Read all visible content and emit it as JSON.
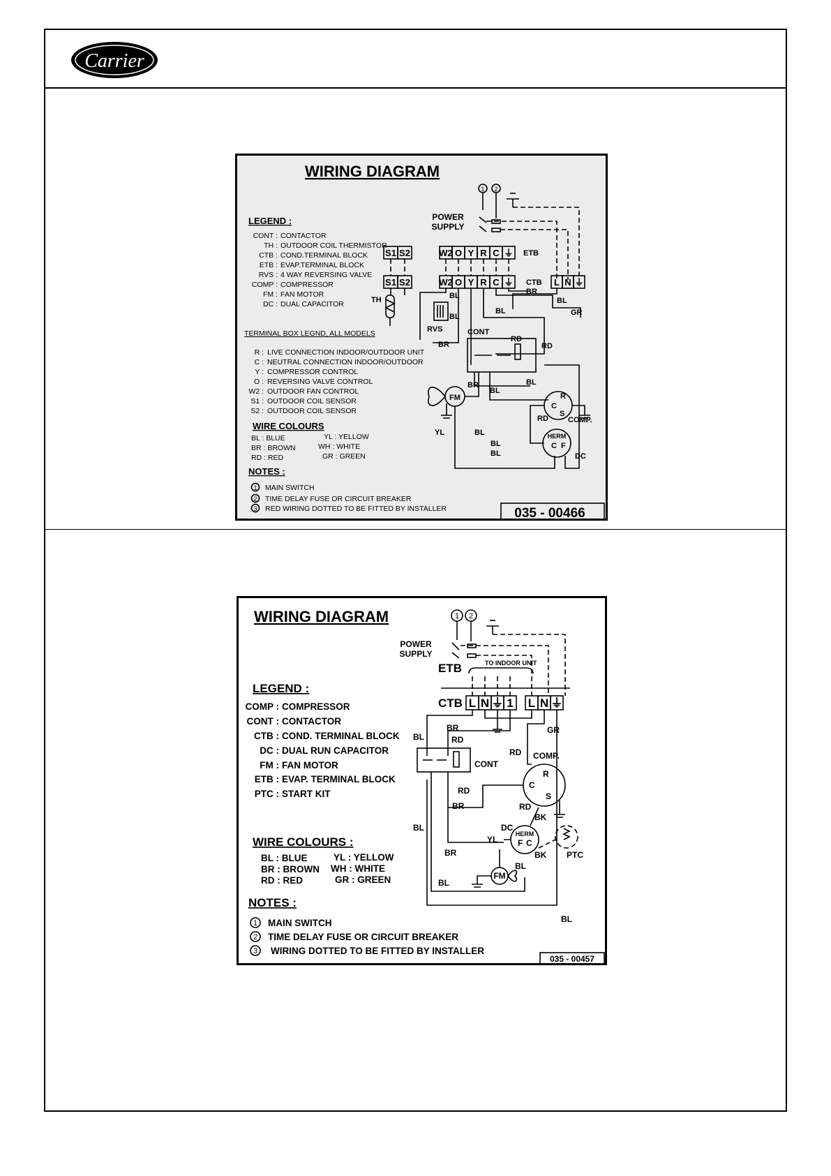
{
  "header": {
    "brand": "Carrier"
  },
  "diagram1": {
    "title": "WIRING DIAGRAM",
    "legend_title": "LEGEND :",
    "legend": [
      {
        "code": "CONT :",
        "desc": "CONTACTOR"
      },
      {
        "code": "TH :",
        "desc": "OUTDOOR COIL THERMISTOR"
      },
      {
        "code": "CTB :",
        "desc": "COND.TERMINAL BLOCK"
      },
      {
        "code": "ETB :",
        "desc": "EVAP.TERMINAL BLOCK"
      },
      {
        "code": "RVS :",
        "desc": "4 WAY REVERSING VALVE"
      },
      {
        "code": "COMP :",
        "desc": "COMPRESSOR"
      },
      {
        "code": "FM :",
        "desc": "FAN MOTOR"
      },
      {
        "code": "DC :",
        "desc": "DUAL CAPACITOR"
      }
    ],
    "terminal_title": "TERMINAL BOX LEGND, ALL MODELS",
    "terminal_legend": [
      {
        "code": "R :",
        "desc": "LIVE CONNECTION INDOOR/OUTDOOR UNIT"
      },
      {
        "code": "C :",
        "desc": "NEUTRAL CONNECTION INDOOR/OUTDOOR"
      },
      {
        "code": "Y :",
        "desc": "COMPRESSOR CONTROL"
      },
      {
        "code": "O :",
        "desc": "REVERSING VALVE CONTROL"
      },
      {
        "code": "W2 :",
        "desc": "OUTDOOR FAN CONTROL"
      },
      {
        "code": "S1 :",
        "desc": "OUTDOOR COIL SENSOR"
      },
      {
        "code": "S2 :",
        "desc": "OUTDOOR COIL SENSOR"
      }
    ],
    "wire_title": "WIRE COLOURS",
    "wire_colours": [
      "BL : BLUE",
      "YL : YELLOW",
      "BR : BROWN",
      "WH : WHITE",
      "RD : RED",
      "GR : GREEN"
    ],
    "notes_title": "NOTES :",
    "notes": [
      "MAIN SWITCH",
      "TIME DELAY FUSE OR CIRCUIT BREAKER",
      "RED WIRING DOTTED TO BE FITTED BY INSTALLER"
    ],
    "note_marks": [
      "1",
      "2",
      "3"
    ],
    "power_supply": [
      "POWER",
      "SUPPLY"
    ],
    "etb_terms": [
      "W2",
      "O",
      "Y",
      "R",
      "C",
      "⏚"
    ],
    "ctb_terms": [
      "W2",
      "O",
      "Y",
      "R",
      "C",
      "⏚"
    ],
    "lnb_terms": [
      "L",
      "N",
      "⏚"
    ],
    "sensor_terms": [
      "S1",
      "S2"
    ],
    "labels": {
      "etb": "ETB",
      "ctb": "CTB",
      "th": "TH",
      "rvs": "RVS",
      "cont": "CONT",
      "fm": "FM",
      "comp": "COMP.",
      "herm": "HERM",
      "dc": "DC",
      "c": "C",
      "r": "R",
      "s": "S",
      "f": "F",
      "bl": "BL",
      "br": "BR",
      "rd": "RD",
      "yl": "YL",
      "gr": "GR"
    },
    "code": "035 - 00466"
  },
  "diagram2": {
    "title": "WIRING DIAGRAM",
    "legend_title": "LEGEND :",
    "legend": [
      {
        "code": "COMP :",
        "desc": "COMPRESSOR"
      },
      {
        "code": "CONT :",
        "desc": "CONTACTOR"
      },
      {
        "code": "CTB :",
        "desc": "COND. TERMINAL BLOCK"
      },
      {
        "code": "DC :",
        "desc": "DUAL RUN CAPACITOR"
      },
      {
        "code": "FM :",
        "desc": "FAN MOTOR"
      },
      {
        "code": "ETB :",
        "desc": "EVAP. TERMINAL BLOCK"
      },
      {
        "code": "PTC :",
        "desc": "START KIT"
      }
    ],
    "wire_title": "WIRE COLOURS :",
    "wire_colours": [
      "BL : BLUE",
      "YL : YELLOW",
      "BR : BROWN",
      "WH : WHITE",
      "RD : RED",
      "GR : GREEN"
    ],
    "notes_title": "NOTES :",
    "notes": [
      "MAIN SWITCH",
      "TIME DELAY FUSE OR CIRCUIT BREAKER",
      "WIRING DOTTED TO BE FITTED BY INSTALLER"
    ],
    "note_marks": [
      "1",
      "2",
      "3"
    ],
    "power_supply": [
      "POWER",
      "SUPPLY"
    ],
    "to_indoor": "TO INDOOR UNIT",
    "ctb1_terms": [
      "L",
      "N",
      "⏚",
      "1"
    ],
    "ctb2_terms": [
      "L",
      "N",
      "⏚"
    ],
    "labels": {
      "etb": "ETB",
      "ctb": "CTB",
      "cont": "CONT",
      "comp": "COMP.",
      "herm": "HERM",
      "dc": "DC",
      "ptc": "PTC",
      "fm": "FM",
      "c": "C",
      "r": "R",
      "s": "S",
      "f": "F",
      "bl": "BL",
      "br": "BR",
      "rd": "RD",
      "yl": "YL",
      "gr": "GR",
      "bk": "BK"
    },
    "code": "035 - 00457"
  }
}
